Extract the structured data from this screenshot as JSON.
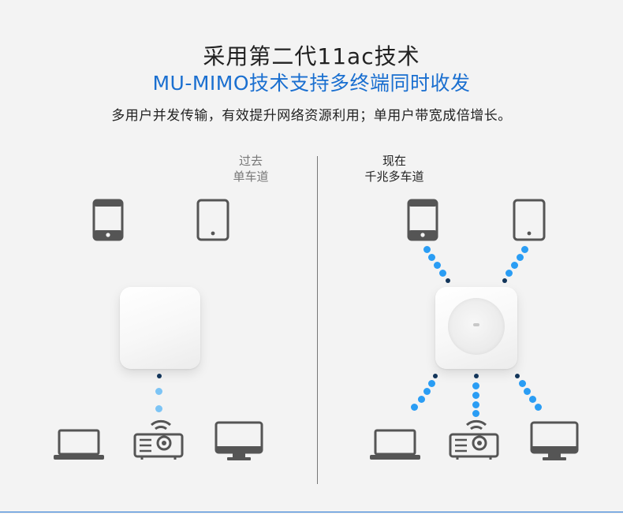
{
  "header": {
    "title": "采用第二代11ac技术",
    "subtitle": "MU-MIMO技术支持多终端同时收发",
    "description": "多用户并发传输，有效提升网络资源利用；单用户带宽成倍增长。"
  },
  "past": {
    "line1": "过去",
    "line2": "单车道"
  },
  "now": {
    "line1": "现在",
    "line2": "千兆多车道"
  },
  "colors": {
    "accent": "#1a6fd0",
    "signal_dot": "#2a9df4",
    "signal_dot_dark": "#12355a",
    "icon_gray": "#555555"
  },
  "icons": [
    "phone-icon",
    "tablet-icon",
    "router-icon",
    "laptop-icon",
    "projector-icon",
    "monitor-icon"
  ]
}
